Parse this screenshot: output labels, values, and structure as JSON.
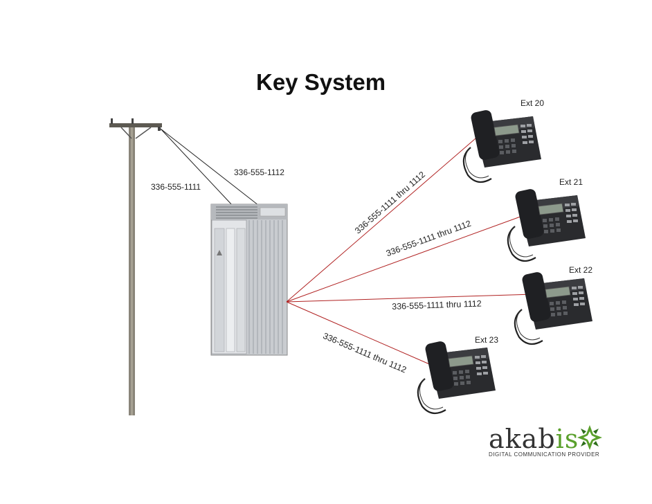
{
  "title": "Key System",
  "trunk_lines": {
    "line1": "336-555-1111",
    "line2": "336-555-1112"
  },
  "extensions": [
    {
      "ext": "Ext 20",
      "line_label": "336-555-1111 thru 1112"
    },
    {
      "ext": "Ext 21",
      "line_label": "336-555-1111 thru 1112"
    },
    {
      "ext": "Ext 22",
      "line_label": "336-555-1111 thru 1112"
    },
    {
      "ext": "Ext 23",
      "line_label": "336-555-1111 thru 1112"
    }
  ],
  "logo": {
    "word_main": "akab",
    "word_accent": "is",
    "tagline": "DIGITAL COMMUNICATION PROVIDER"
  },
  "colors": {
    "extension_line": "#b02020",
    "logo_accent": "#5aa02c"
  }
}
